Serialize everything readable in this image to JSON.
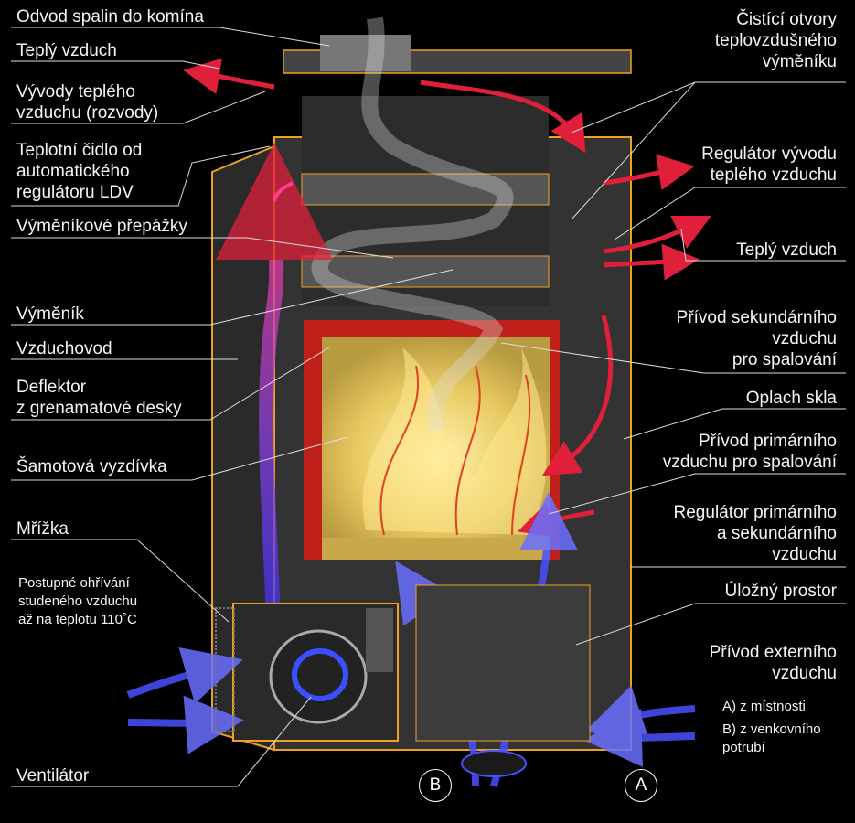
{
  "labels_left": {
    "odvod_spalin": "Odvod spalin do komína",
    "teply_vzduch_top": "Teplý vzduch",
    "vyvody": "Vývody teplého\nvzduchu (rozvody)",
    "cidlo": "Teplotní čidlo od\nautomatického\nregulátoru LDV",
    "prepazky": "Výměníkové přepážky",
    "vymenik": "Výměník",
    "vzduchovod": "Vzduchovod",
    "deflektor": "Deflektor\nz grenamatové desky",
    "samotova": "Šamotová vyzdívka",
    "mrizka": "Mřížka",
    "ohrivani": "Postupné ohřívání\nstudeného vzduchu\naž na teplotu 110˚C",
    "ventilator": "Ventilátor"
  },
  "labels_right": {
    "cistici": "Čistící otvory\nteplovzdušného\nvýměníku",
    "regulator_vyvodu": "Regulátor vývodu\nteplého vzduchu",
    "teply_vzduch_right": "Teplý vzduch",
    "privod_sekundarniho": "Přívod sekundárního\nvzduchu\npro spalování",
    "oplach": "Oplach skla",
    "privod_primarniho": "Přívod primárního\nvzduchu pro spalování",
    "regulator_primarniho": "Regulátor primárního\na sekundárního\nvzduchu",
    "ulozny": "Úložný prostor",
    "externi": "Přívod externího\nvzduchu",
    "moznost_a": "A) z místnosti",
    "moznost_b": "B) z venkovního\npotrubí"
  },
  "markers": {
    "b": "B",
    "a": "A"
  },
  "colors": {
    "background": "#000000",
    "body": "#3a3a3a",
    "outline": "#f0a020",
    "refractory": "#c0201a",
    "firebox": "#e8d070",
    "hot_air": "#e0203a",
    "cold_air": "#3040ff"
  }
}
